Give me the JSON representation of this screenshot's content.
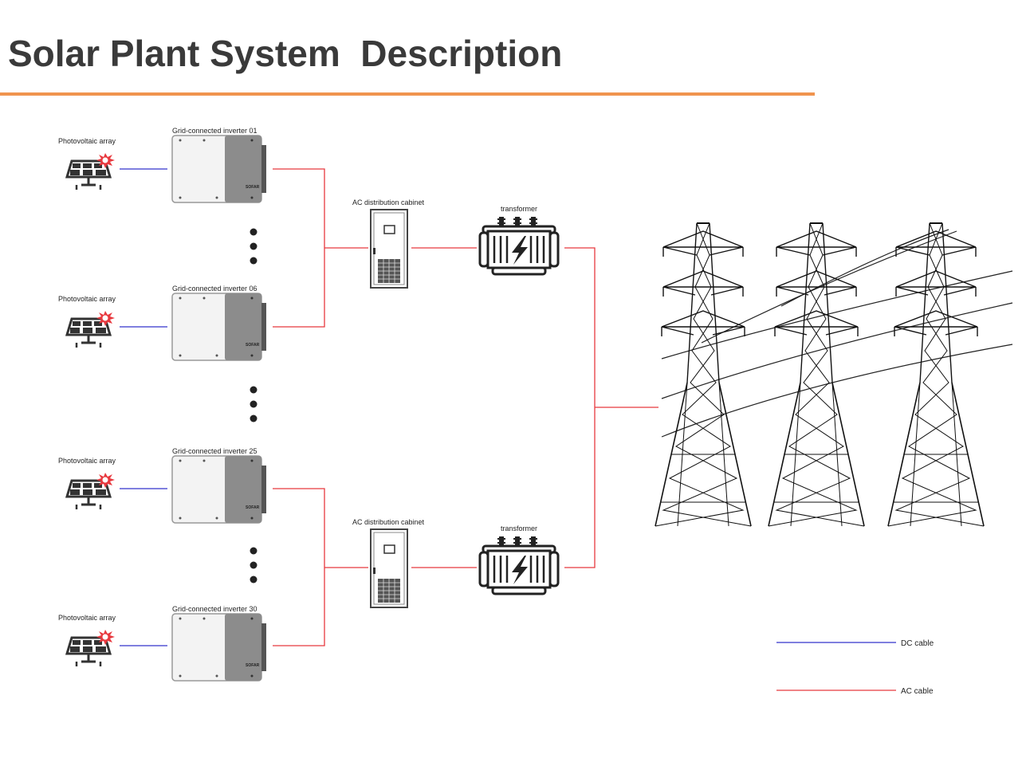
{
  "title": "Solar Plant System  Description",
  "rows": [
    {
      "pv_label": "Photovoltaic array",
      "inverter_label": "Grid-connected inverter 01"
    },
    {
      "pv_label": "Photovoltaic array",
      "inverter_label": "Grid-connected inverter 06"
    },
    {
      "pv_label": "Photovoltaic array",
      "inverter_label": "Grid-connected inverter 25"
    },
    {
      "pv_label": "Photovoltaic array",
      "inverter_label": "Grid-connected inverter 30"
    }
  ],
  "cabinets": [
    {
      "label": "AC distribution cabinet"
    },
    {
      "label": "AC distribution cabinet"
    }
  ],
  "transformers": [
    {
      "label": "transformer"
    },
    {
      "label": "transformer"
    }
  ],
  "legend": {
    "dc_label": "DC cable",
    "ac_label": "AC cable"
  },
  "colors": {
    "dc_cable": "#3333cc",
    "ac_cable": "#e8393f",
    "title_rule": "#f0944e"
  }
}
